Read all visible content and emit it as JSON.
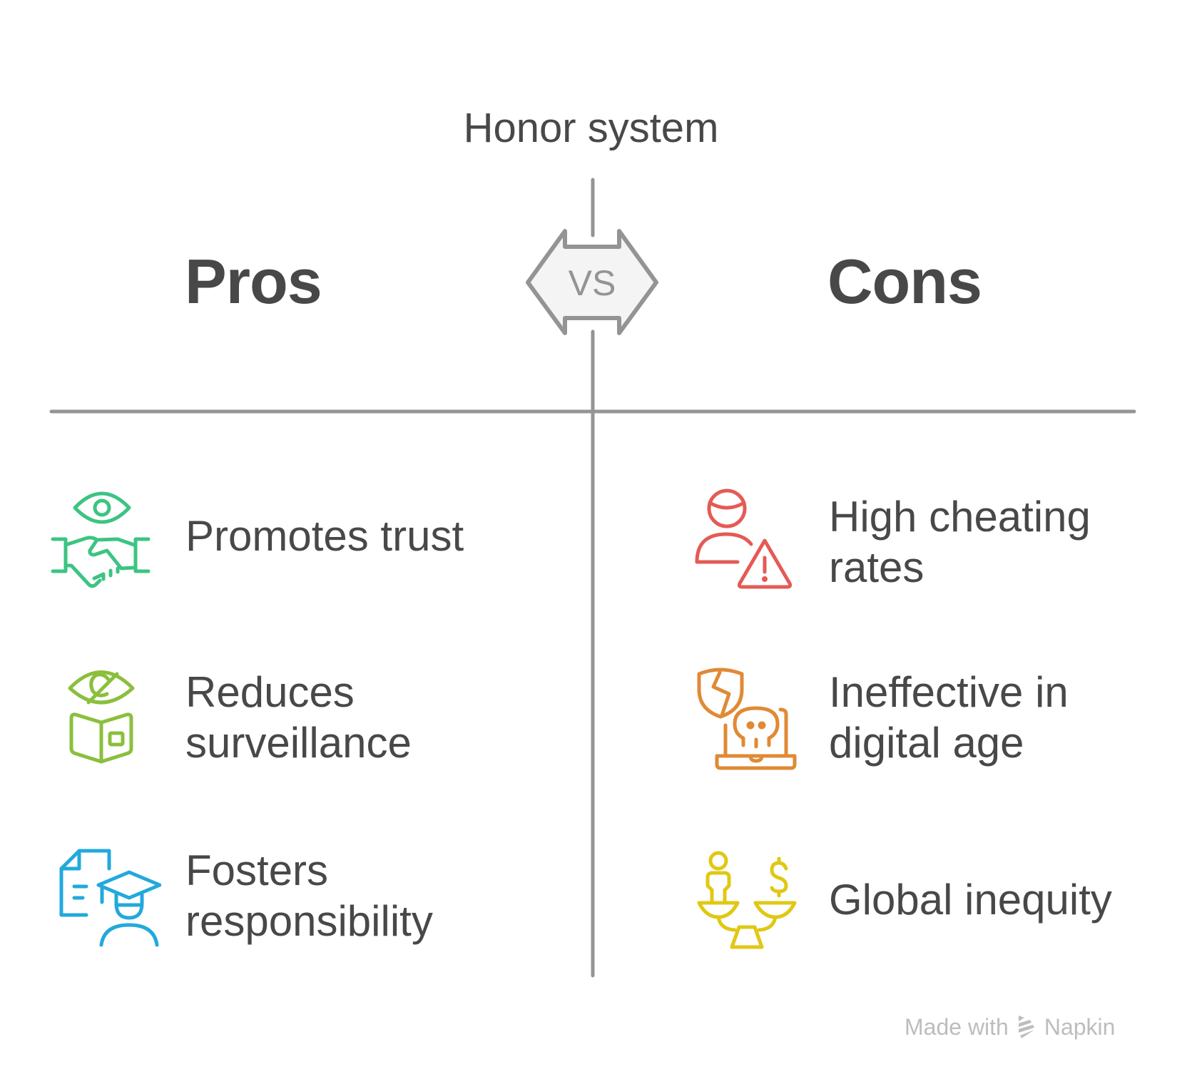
{
  "title": "Honor system",
  "vs_label": "VS",
  "pros": {
    "heading": "Pros",
    "items": [
      {
        "text": "Promotes trust",
        "icon": "eye-handshake-icon",
        "color": "#3cc482"
      },
      {
        "text": "Reduces\nsurveillance",
        "icon": "eye-slash-book-icon",
        "color": "#8bbf3c"
      },
      {
        "text": "Fosters\nresponsibility",
        "icon": "document-graduate-icon",
        "color": "#22a9dc"
      }
    ]
  },
  "cons": {
    "heading": "Cons",
    "items": [
      {
        "text": "High cheating\nrates",
        "icon": "user-warning-icon",
        "color": "#e55a55"
      },
      {
        "text": "Ineffective in\ndigital age",
        "icon": "broken-shield-skull-laptop-icon",
        "color": "#e08a35"
      },
      {
        "text": "Global inequity",
        "icon": "person-money-scale-icon",
        "color": "#e0c814"
      }
    ]
  },
  "colors": {
    "text": "#484848",
    "divider": "#949494",
    "vs_fill": "#f4f4f4"
  },
  "watermark": {
    "prefix": "Made with",
    "brand": "Napkin"
  }
}
